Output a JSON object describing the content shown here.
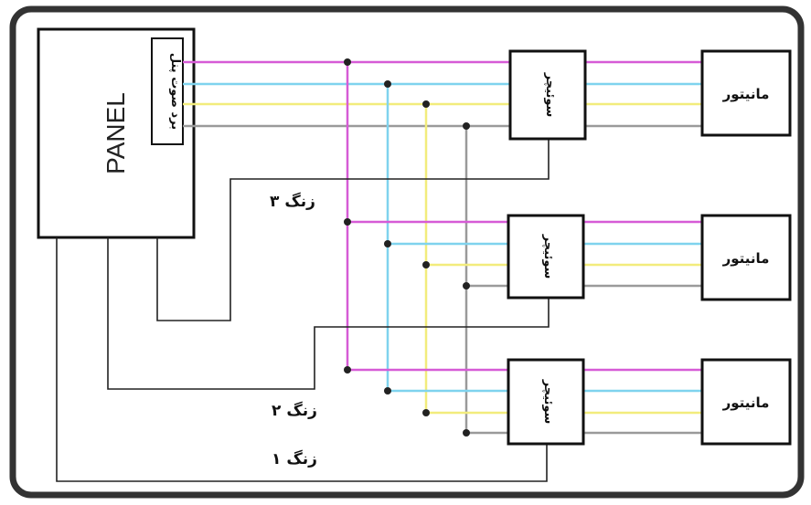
{
  "panel": {
    "title": "PANEL",
    "board_label": "برد صوت پنل"
  },
  "switchers": [
    {
      "label": "سوئیچر"
    },
    {
      "label": "سوئیچر"
    },
    {
      "label": "سوئیچر"
    }
  ],
  "monitors": [
    {
      "label": "مانیتور"
    },
    {
      "label": "مانیتور"
    },
    {
      "label": "مانیتور"
    }
  ],
  "bells": [
    {
      "label": "زنگ ۳"
    },
    {
      "label": "زنگ ۲"
    },
    {
      "label": "زنگ ۱"
    }
  ],
  "wire_colors": {
    "magenta": "#d65bd6",
    "cyan": "#7fd3ee",
    "yellow": "#f2ec7c",
    "gray": "#9a9a9a",
    "black": "#222222"
  }
}
